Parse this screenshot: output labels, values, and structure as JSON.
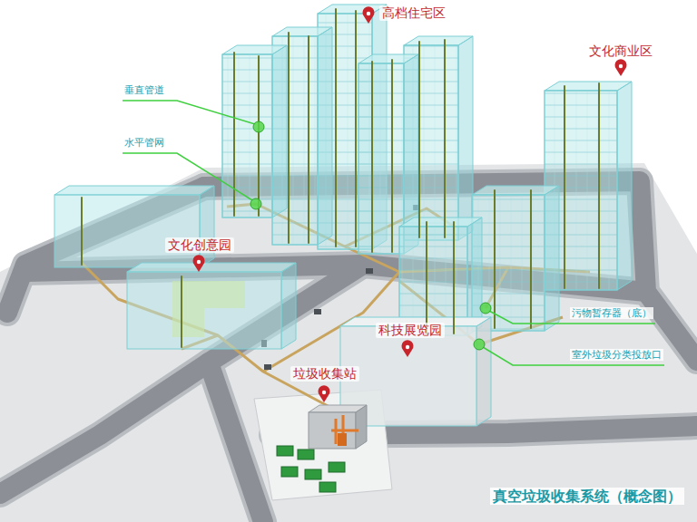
{
  "diagram": {
    "title": "真空垃圾收集系统（概念图）",
    "labels": [
      "高档住宅区",
      "文化商业区",
      "垂直管道",
      "水平管网",
      "文化创意园",
      "科技展览园",
      "垃圾收集站",
      "污物暂存器（底）",
      "室外垃圾分类投放口"
    ]
  }
}
